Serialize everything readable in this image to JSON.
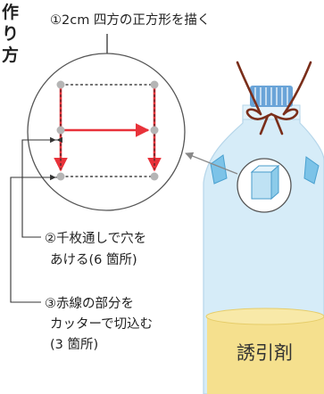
{
  "header": {
    "line1": "作",
    "line2": "り",
    "line3": "方"
  },
  "steps": [
    {
      "line1": "①2cm 四方の正方形を描く"
    },
    {
      "line1": "②千枚通しで穴を",
      "line2": "あける(6 箇所)"
    },
    {
      "line1": "③赤線の部分を",
      "line2": "カッターで切込む",
      "line3": "(3 箇所)"
    }
  ],
  "bottle": {
    "content_label": "誘引剤"
  },
  "colors": {
    "cut_red": "#e8323a",
    "bottle_blue": "#d6ecf8",
    "lure_yellow": "#f5e08e",
    "string_brown": "#7a2e1a",
    "cap_blue": "#6aa4d8"
  },
  "icons": [
    "punch-hole-icon",
    "cut-line-icon",
    "bottle-cap-icon",
    "tie-string-icon",
    "window-flap-icon"
  ]
}
